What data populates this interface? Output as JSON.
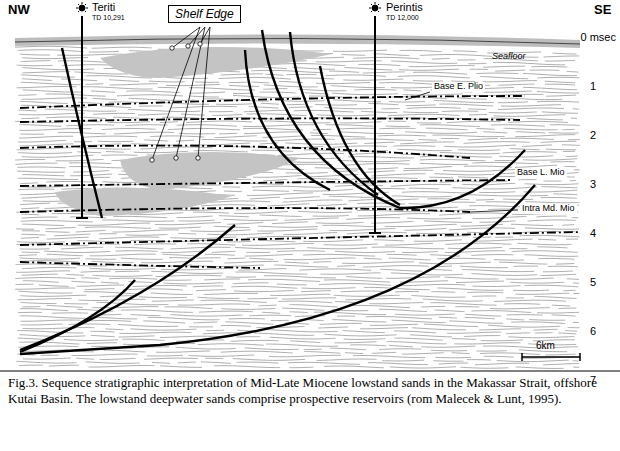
{
  "diagram": {
    "caption": "Fig.3. Sequence stratigraphic interpretation of Mid-Late Miocene lowstand sands in the Makassar Strait, offshore Kutai Basin. The lowstand deepwater sands comprise prospective reservoirs (rom Malecek & Lunt, 1995).",
    "nodes": [
      {
        "text": [
          "Shelf Edge"
        ]
      }
    ],
    "labels": [
      "NW",
      "SE",
      "Teriti",
      "TD 10,291",
      "Perintis",
      "TD 12,000",
      "0 msec",
      "1",
      "2",
      "3",
      "4",
      "5",
      "6",
      "7",
      "Seafloor",
      "Base E. Plio",
      "Base L. Mio",
      "Intra Md. Mio",
      "6km"
    ]
  }
}
